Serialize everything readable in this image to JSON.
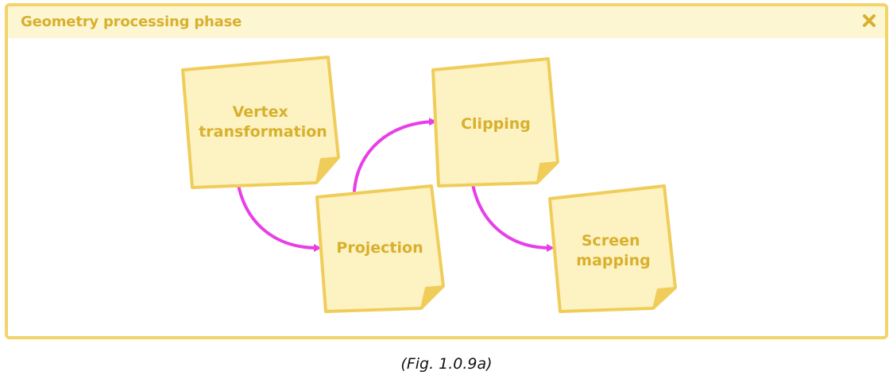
{
  "panel": {
    "title": "Geometry processing phase",
    "close_icon": "close-icon"
  },
  "diagram": {
    "notes": [
      {
        "id": "vertex",
        "lines": [
          "Vertex",
          "transformation"
        ]
      },
      {
        "id": "projection",
        "lines": [
          "Projection"
        ]
      },
      {
        "id": "clipping",
        "lines": [
          "Clipping"
        ]
      },
      {
        "id": "screen",
        "lines": [
          "Screen",
          "mapping"
        ]
      }
    ],
    "arrows": [
      {
        "from": "vertex",
        "to": "projection"
      },
      {
        "from": "projection",
        "to": "clipping"
      },
      {
        "from": "clipping",
        "to": "screen"
      }
    ]
  },
  "caption": "(Fig. 1.0.9a)",
  "colors": {
    "frame_border": "#f2d46a",
    "header_bg": "#fdf6d2",
    "title_text": "#d8b02e",
    "note_fill": "#fdf2c2",
    "note_border": "#f0cd5a",
    "arrow": "#e83ee8"
  }
}
